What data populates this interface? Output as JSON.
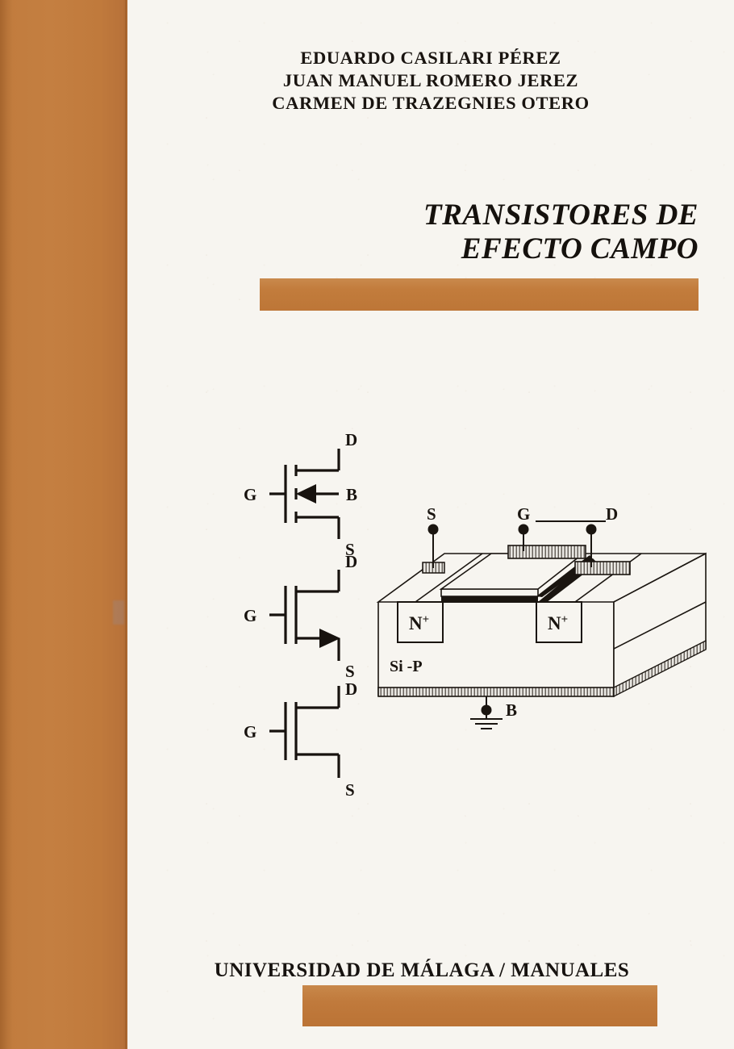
{
  "cover": {
    "background_color": "#f7f5f0",
    "accent_color": "#c07a3c",
    "ink_color": "#191410"
  },
  "authors": {
    "line1": "EDUARDO CASILARI PÉREZ",
    "line2": "JUAN MANUEL ROMERO JEREZ",
    "line3": "CARMEN DE TRAZEGNIES OTERO"
  },
  "title": {
    "line1": "TRANSISTORES DE",
    "line2": "EFECTO CAMPO"
  },
  "footer": {
    "publisher": "UNIVERSIDAD DE MÁLAGA / MANUALES"
  },
  "symbols": {
    "mosfet_4_terminal": {
      "gate_label": "G",
      "drain_label": "D",
      "source_label": "S",
      "bulk_label": "B"
    },
    "mosfet_3_terminal_arrow": {
      "gate_label": "G",
      "drain_label": "D",
      "source_label": "S"
    },
    "mosfet_3_terminal_plain": {
      "gate_label": "G",
      "drain_label": "D",
      "source_label": "S"
    }
  },
  "device_diagram": {
    "source_label": "S",
    "gate_label": "G",
    "drain_label": "D",
    "bulk_label": "B",
    "region_left_label": "N",
    "region_left_sup": "+",
    "region_right_label": "N",
    "region_right_sup": "+",
    "substrate_label": "Si -P"
  }
}
